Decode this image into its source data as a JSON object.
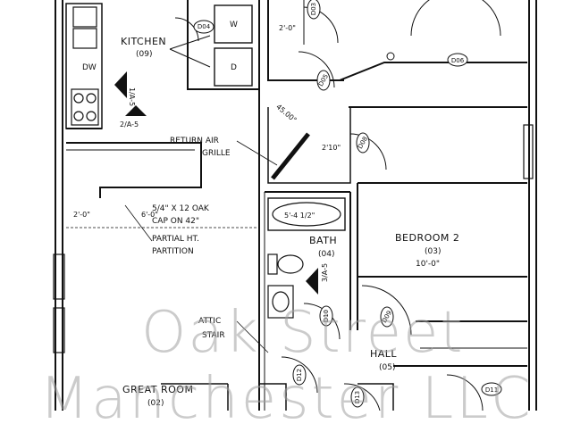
{
  "rooms": {
    "kitchen": {
      "name": "KITCHEN",
      "number": "(09)"
    },
    "bath": {
      "name": "BATH",
      "number": "(04)"
    },
    "bedroom2": {
      "name": "BEDROOM 2",
      "number": "(03)",
      "size": "10'-0\""
    },
    "hall": {
      "name": "HALL",
      "number": "(05)"
    },
    "great_room": {
      "name": "GREAT ROOM",
      "number": "(02)"
    }
  },
  "appliances": {
    "washer": "W",
    "dryer": "D",
    "dishwasher": "DW"
  },
  "doors": [
    "D03",
    "D04",
    "D05",
    "D06",
    "D08",
    "D09",
    "D10",
    "D11",
    "D12",
    "D13"
  ],
  "dimensions": {
    "d_2_0_top": "2'-0\"",
    "d_2_0_left": "2'-0\"",
    "d_2_10": "2'10\"",
    "d_45": "45.00°",
    "d_6_0": "6'-0\"",
    "tub": "5'-4 1/2\""
  },
  "section_marks": {
    "s1": "1/A-5",
    "s2": "2/A-5",
    "s3": "3/A-5"
  },
  "notes": {
    "return_air_1": "RETURN AIR",
    "return_air_2": "GRILLE",
    "oak_1": "5/4\" X 12 OAK",
    "oak_2": "CAP ON 42\"",
    "oak_3": "PARTIAL HT.",
    "oak_4": "PARTITION",
    "attic_1": "ATTIC",
    "attic_2": "STAIR"
  },
  "watermark": {
    "line1": "Oak Street",
    "line2": "Manchester LLC"
  }
}
